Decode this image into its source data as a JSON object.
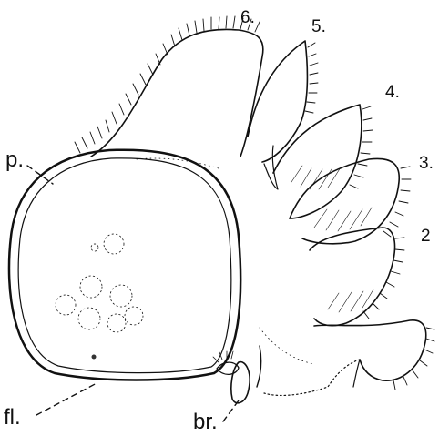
{
  "labels": {
    "p": "p.",
    "fl": "fl.",
    "br": "br.",
    "n6": "6.",
    "n5": "5.",
    "n4": "4.",
    "n3": "3.",
    "n2": "2"
  },
  "colors": {
    "ink": "#111111",
    "paper": "#ffffff"
  }
}
